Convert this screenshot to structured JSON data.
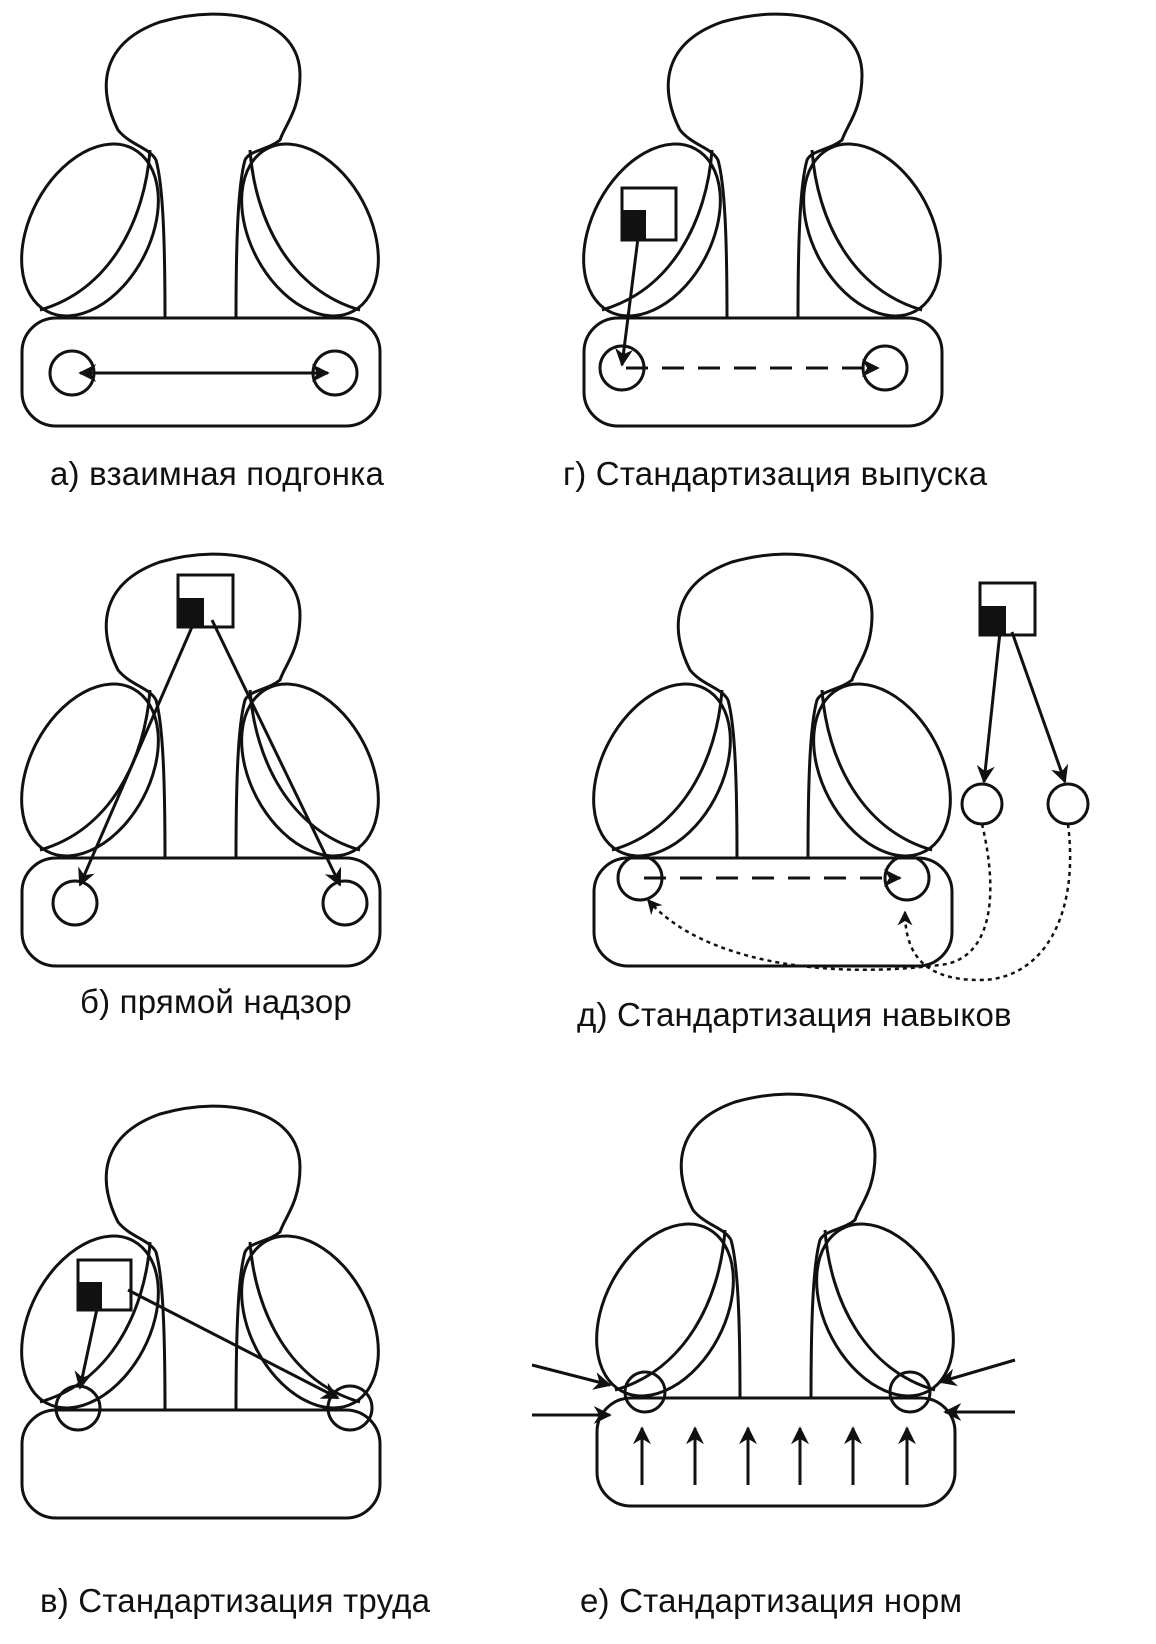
{
  "captions": {
    "a": "а) взаимная подгонка",
    "g": "г) Стандартизация выпуска",
    "b": "б) прямой надзор",
    "d": "д) Стандартизация навыков",
    "v": "в) Стандартизация труда",
    "e": "е) Стандартизация норм"
  }
}
